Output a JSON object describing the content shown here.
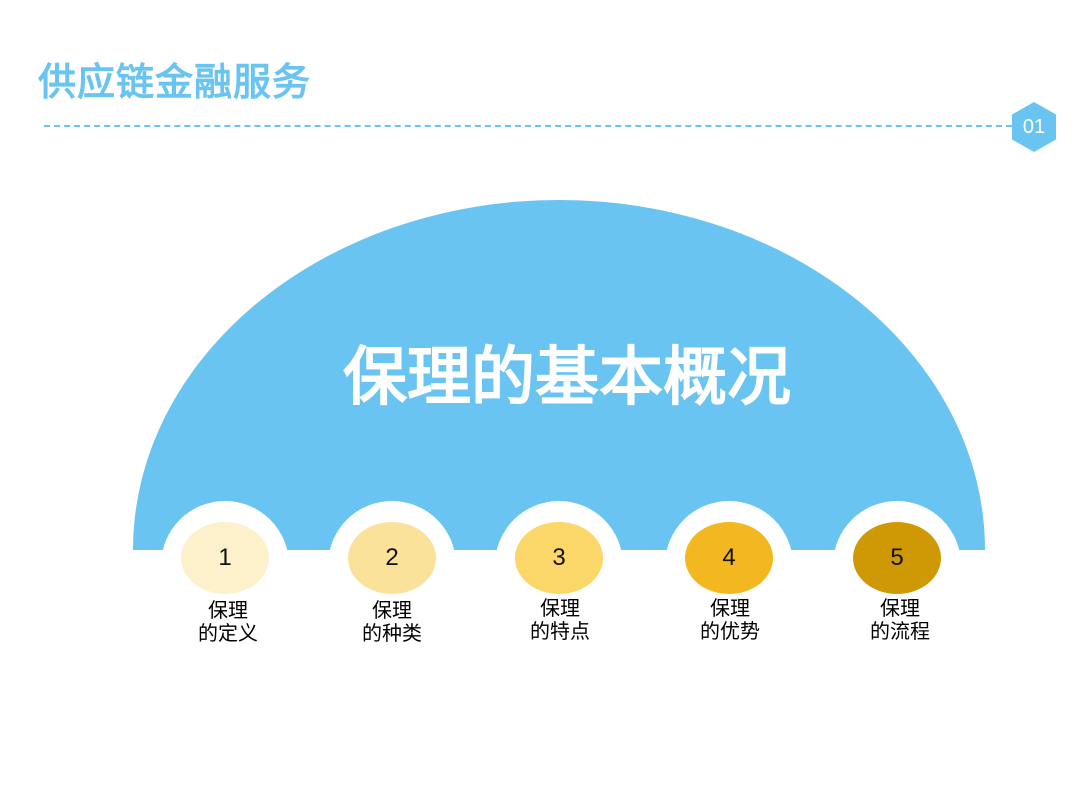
{
  "header": {
    "title": "供应链金融服务",
    "page_number": "01"
  },
  "colors": {
    "accent": "#6ac4f2",
    "step_circles": [
      "#fdf1cc",
      "#fbe29a",
      "#fad768",
      "#f3b81f",
      "#cf9906"
    ]
  },
  "main": {
    "title": "保理的基本概况",
    "steps": [
      {
        "number": "1",
        "label_line1": "保理",
        "label_line2": "的定义"
      },
      {
        "number": "2",
        "label_line1": "保理",
        "label_line2": "的种类"
      },
      {
        "number": "3",
        "label_line1": "保理",
        "label_line2": "的特点"
      },
      {
        "number": "4",
        "label_line1": "保理",
        "label_line2": "的优势"
      },
      {
        "number": "5",
        "label_line1": "保理",
        "label_line2": "的流程"
      }
    ]
  }
}
